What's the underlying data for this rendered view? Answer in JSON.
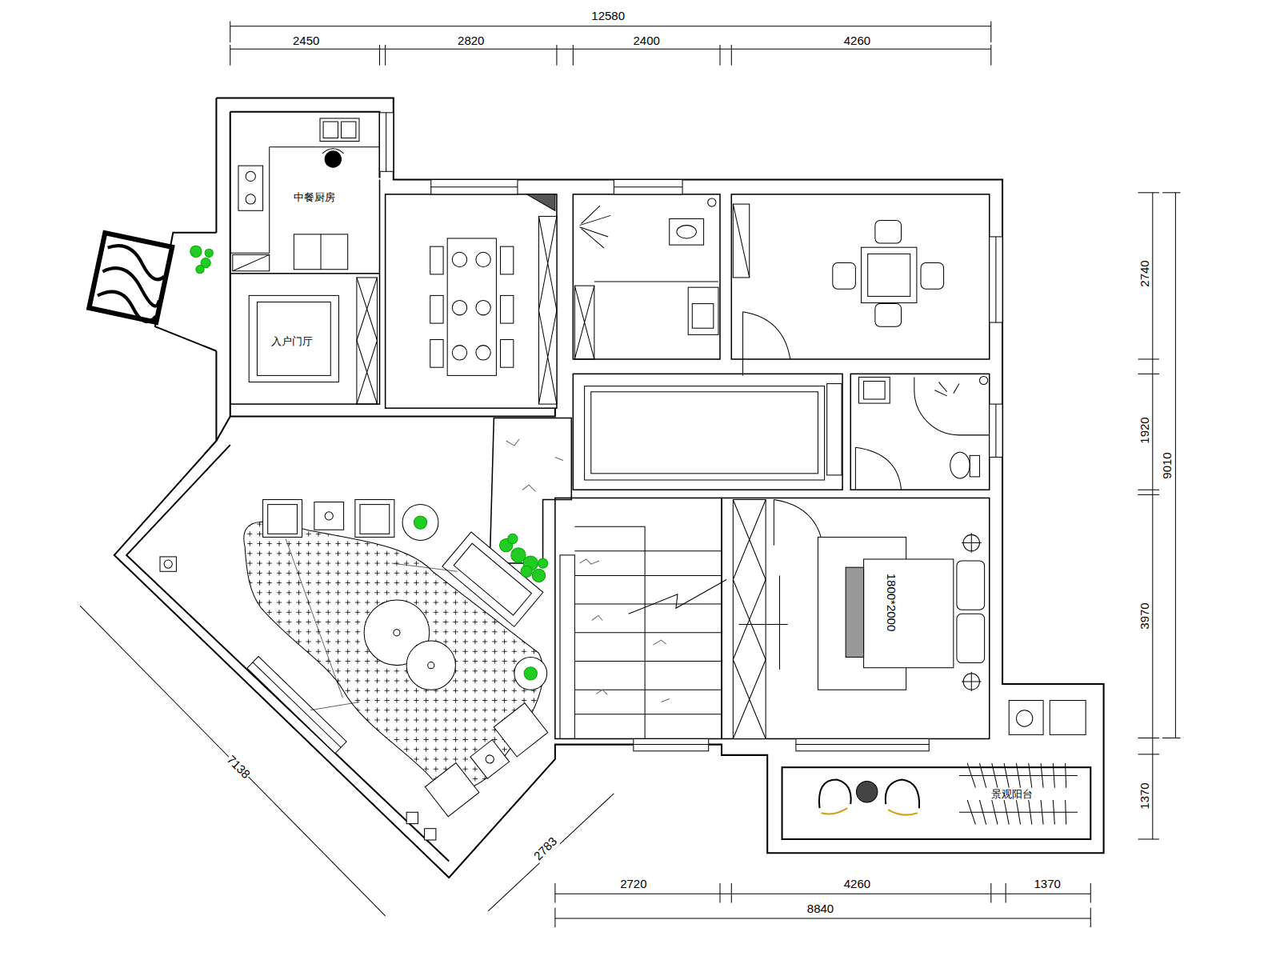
{
  "diagram": {
    "labels": [
      "12580",
      "2450",
      "2820",
      "2400",
      "4260",
      "中餐厨房",
      "入户门厅",
      "2740",
      "1920",
      "9010",
      "1800*2000",
      "3970",
      "7138",
      "景观阳台",
      "1370",
      "2783",
      "2720",
      "4260",
      "1370",
      "8840"
    ]
  }
}
